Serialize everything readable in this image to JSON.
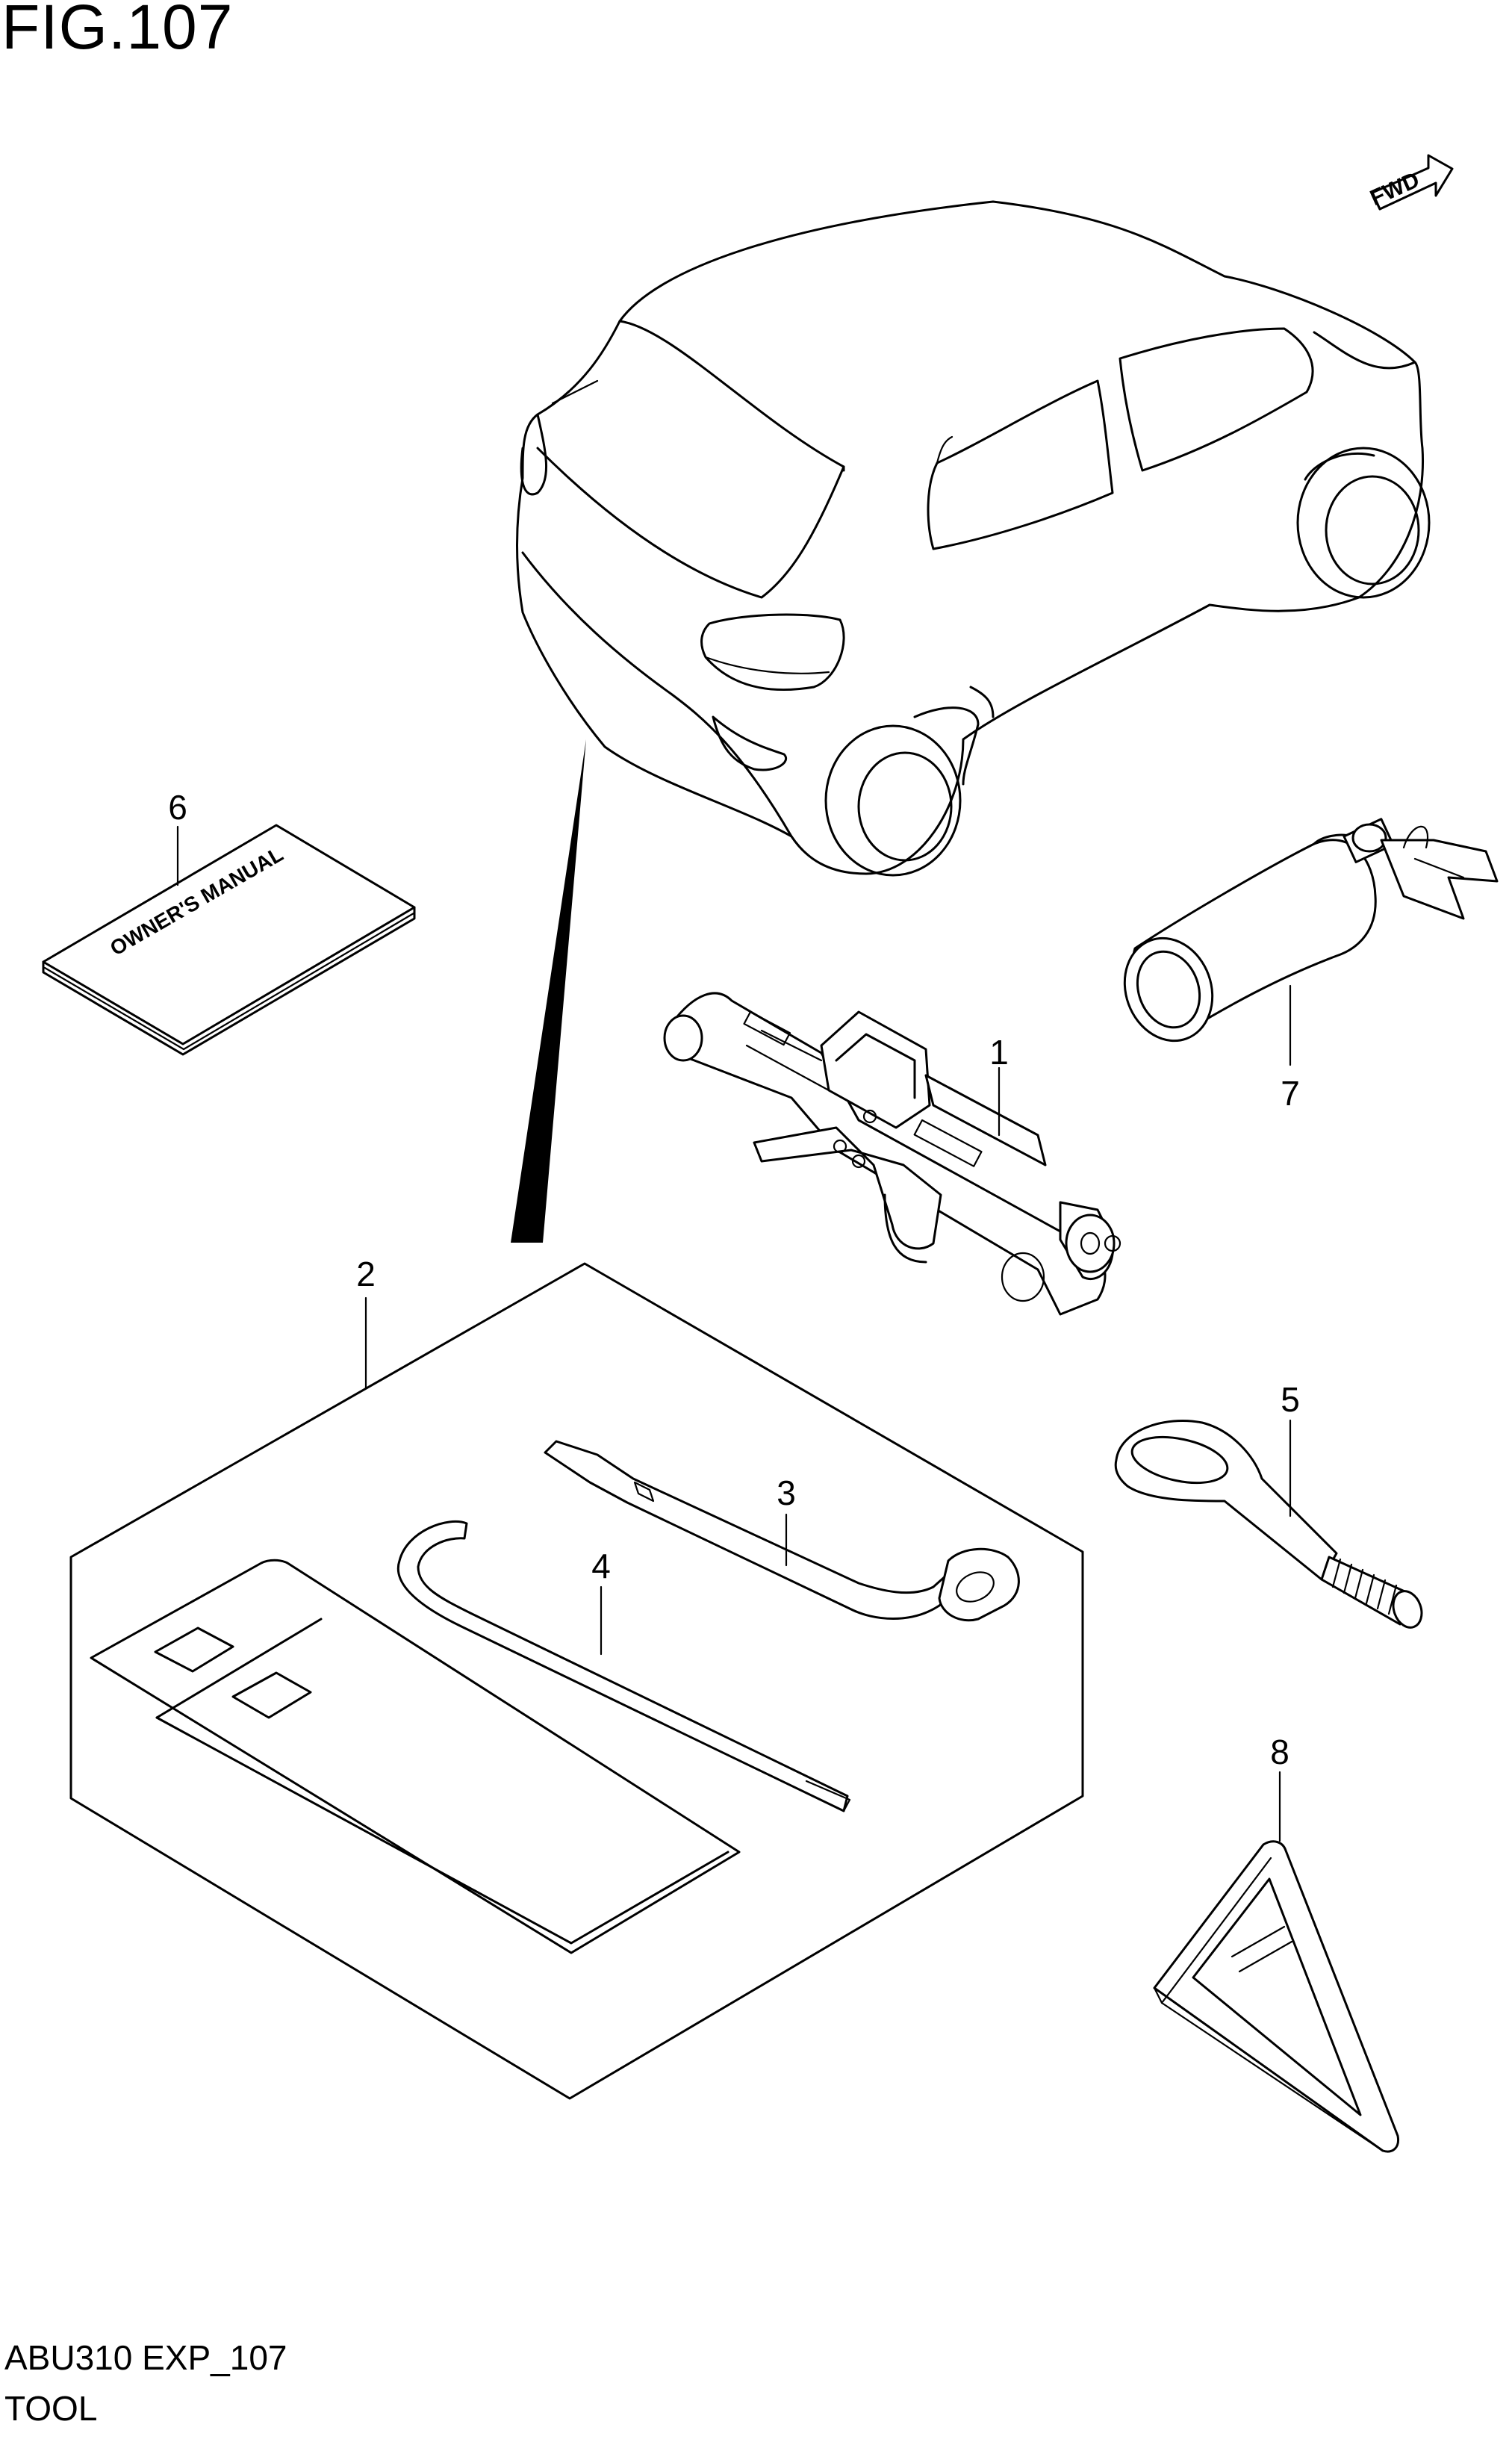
{
  "figure": {
    "title": "FIG.107",
    "code": "ABU310 EXP_107",
    "name": "TOOL",
    "fwd_label": "FWD"
  },
  "parts": [
    {
      "number": "1",
      "icon": "scissor-jack-icon"
    },
    {
      "number": "2",
      "icon": "tool-bag-icon"
    },
    {
      "number": "3",
      "icon": "wheel-wrench-icon"
    },
    {
      "number": "4",
      "icon": "jack-handle-icon"
    },
    {
      "number": "5",
      "icon": "towing-eye-hook-icon"
    },
    {
      "number": "6",
      "icon": "owners-manual-icon",
      "cover_text": "OWNER'S MANUAL"
    },
    {
      "number": "7",
      "icon": "fire-extinguisher-icon"
    },
    {
      "number": "8",
      "icon": "warning-triangle-icon"
    }
  ]
}
